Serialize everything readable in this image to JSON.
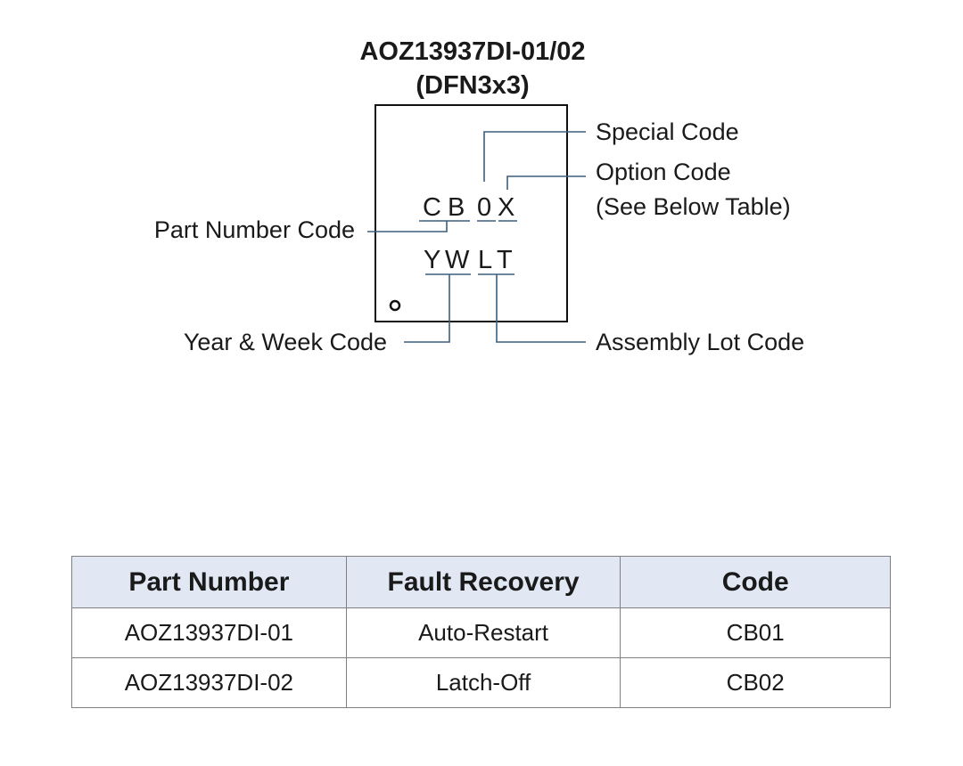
{
  "diagram": {
    "title": "AOZ13937DI-01/02",
    "package": "(DFN3x3)",
    "marking_line1": [
      "C",
      "B",
      "0",
      "X"
    ],
    "marking_line2": [
      "Y",
      "W",
      "L",
      "T"
    ],
    "labels": {
      "special_code": "Special Code",
      "option_code": "Option Code",
      "option_note": "(See Below Table)",
      "part_number_code": "Part Number Code",
      "year_week_code": "Year & Week Code",
      "assembly_lot_code": "Assembly Lot Code"
    },
    "line_color": "#3a5f7d"
  },
  "table": {
    "headers": [
      "Part Number",
      "Fault Recovery",
      "Code"
    ],
    "rows": [
      [
        "AOZ13937DI-01",
        "Auto-Restart",
        "CB01"
      ],
      [
        "AOZ13937DI-02",
        "Latch-Off",
        "CB02"
      ]
    ],
    "header_bg": "#e1e8f4"
  }
}
